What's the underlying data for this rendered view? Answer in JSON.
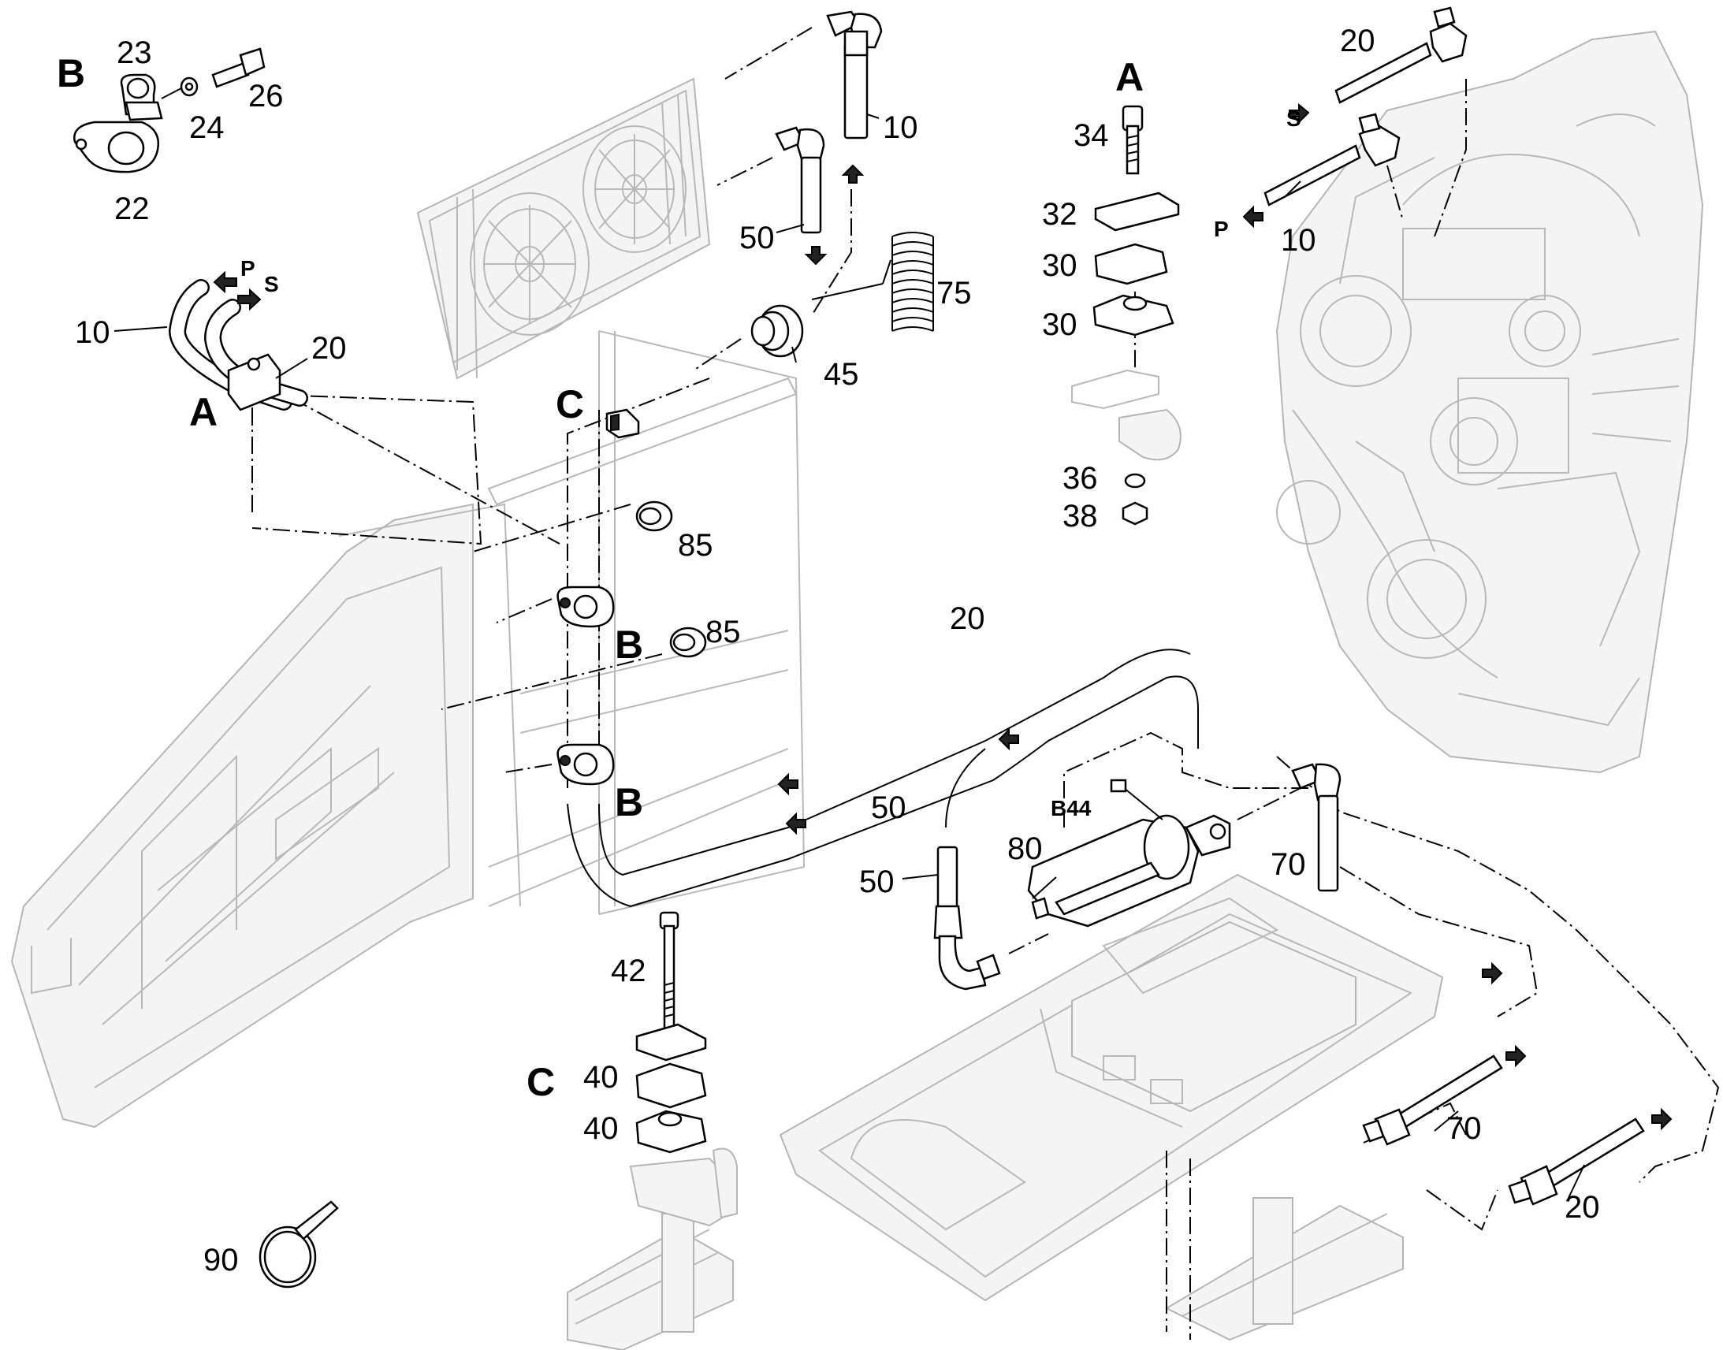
{
  "sections": {
    "A_main": "A",
    "A_detail": "A",
    "B_detail": "B",
    "B_clamp_upper": "B",
    "B_clamp_lower": "B",
    "C_upper": "C",
    "C_detail": "C"
  },
  "component_code": "B44",
  "flow": {
    "pressure": "P",
    "suction": "S",
    "pressure_engine": "P",
    "suction_engine": "S"
  },
  "callouts": {
    "c10_left": "10",
    "c20_left": "20",
    "c22": "22",
    "c23": "23",
    "c24": "24",
    "c26": "26",
    "c10_top": "10",
    "c50_top": "50",
    "c75": "75",
    "c45": "45",
    "c85_upper": "85",
    "c85_lower": "85",
    "c34": "34",
    "c32": "32",
    "c30_upper": "30",
    "c30_lower": "30",
    "c36": "36",
    "c38": "38",
    "c20_engine": "20",
    "c10_engine": "10",
    "c20_mid": "20",
    "c50_mid": "50",
    "c50_low": "50",
    "c80": "80",
    "c70_upper": "70",
    "c70_lower": "70",
    "c20_lower": "20",
    "c42": "42",
    "c40_upper": "40",
    "c40_lower": "40",
    "c90": "90"
  },
  "icons": [
    "arrow-icon",
    "fan-icon",
    "spring-icon",
    "clamp-icon",
    "bolt-icon",
    "nut-icon",
    "washer-icon",
    "cable-tie-icon"
  ]
}
